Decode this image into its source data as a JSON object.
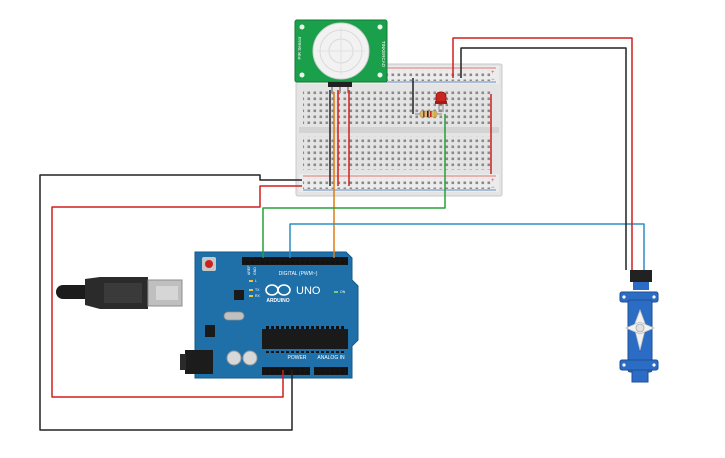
{
  "arduino": {
    "logo": "ARDUINO",
    "model": "UNO",
    "digital_label": "DIGITAL (PWM~)",
    "power_label": "POWER",
    "analog_label": "ANALOG IN",
    "on_label": "ON",
    "tx_label": "TX",
    "rx_label": "RX",
    "l_label": "L",
    "aref_label": "AREF",
    "gnd_label": "GND"
  },
  "pir": {
    "label_left": "PIR Sensor",
    "label_right": "TINKERCAD"
  },
  "colors": {
    "wire_red": "#d11f1f",
    "wire_black": "#222222",
    "wire_green": "#27a03a",
    "wire_blue": "#2a8fc2",
    "wire_orange": "#e07b12",
    "arduino_board": "#1f6fa8",
    "pir_board": "#1aa04a",
    "servo_body": "#2b6cc4",
    "breadboard": "#e6e6e6",
    "led": "#c9241f"
  }
}
